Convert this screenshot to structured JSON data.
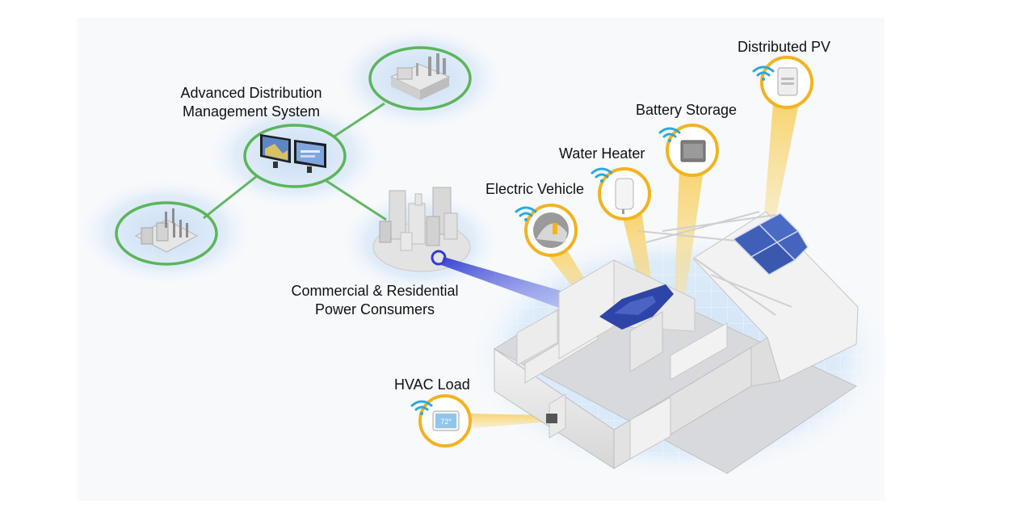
{
  "labels": {
    "adms_line1": "Advanced Distribution",
    "adms_line2": "Management System",
    "consumers_line1": "Commercial & Residential",
    "consumers_line2": "Power Consumers",
    "distributed_pv": "Distributed PV",
    "battery_storage": "Battery Storage",
    "water_heater": "Water Heater",
    "electric_vehicle": "Electric Vehicle",
    "hvac_load": "HVAC Load",
    "thermostat_reading": "72°"
  },
  "icons": {
    "substation_top": "power-substation-icon",
    "substation_left": "transformer-substation-icon",
    "control_center": "monitor-screens-icon",
    "city": "city-buildings-icon",
    "house": "smart-home-cutaway-icon",
    "wifi": "wifi-icon"
  },
  "colors": {
    "node_ring_green": "#5bb55b",
    "link_green": "#63b663",
    "device_ring_gold": "#f2b31f",
    "beam_gold": "#f7cd5a",
    "beam_blue": "#3d49d4",
    "wifi_blue": "#2aa8e0",
    "glow_blue": "#cfe3f7",
    "panel_blue": "#3f5fb8"
  }
}
